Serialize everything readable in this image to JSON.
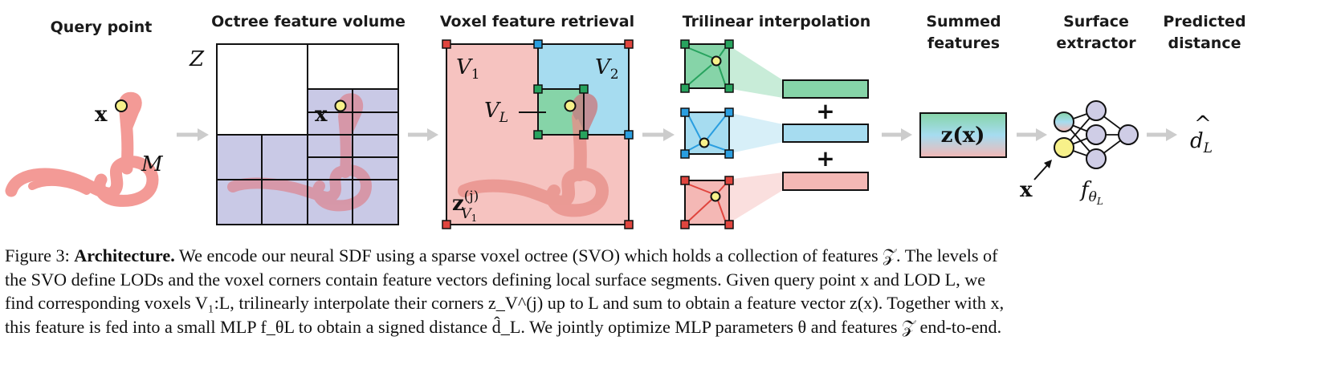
{
  "headers": {
    "query": "Query point",
    "octree": "Octree feature volume",
    "voxel": "Voxel feature retrieval",
    "trilinear": "Trilinear interpolation",
    "summed_1": "Summed",
    "summed_2": "features",
    "extractor_1": "Surface",
    "extractor_2": "extractor",
    "predicted_1": "Predicted",
    "predicted_2": "distance"
  },
  "labels": {
    "x": "x",
    "M": "M",
    "Z": "Z",
    "V1": "V",
    "V1_sub": "1",
    "V2": "V",
    "V2_sub": "2",
    "VL": "V",
    "VL_sub": "L",
    "zv": "z",
    "zv_sup": "(j)",
    "zv_sub": "V",
    "zv_subsub": "1",
    "zx": "z(x)",
    "plus": "+",
    "f": "f",
    "f_sub": "θ",
    "f_subsub": "L",
    "d": "d",
    "d_sub": "L",
    "hat": "^"
  },
  "colors": {
    "green": "#86d4a8",
    "blue": "#a6dcf0",
    "red": "#f4b8b5",
    "octree_fill": "#c9c9e6",
    "snake": "#f39a96",
    "node_fill": "#cfcde6",
    "yellow": "#f7f18a",
    "arrow": "#cccccc"
  },
  "caption": {
    "label": "Figure 3:",
    "bold": "Architecture.",
    "l1": "We encode our neural SDF using a sparse voxel octree (SVO) which holds a collection of features 𝒵. The levels of",
    "l2": "the SVO define LODs and the voxel corners contain feature vectors defining local surface segments. Given query point x and LOD L, we",
    "l3": "find corresponding voxels V₁:L, trilinearly interpolate their corners z_V^(j) up to L and sum to obtain a feature vector z(x). Together with x,",
    "l4": "this feature is fed into a small MLP f_θL to obtain a signed distance d̂_L. We jointly optimize MLP parameters θ and features 𝒵 end-to-end."
  }
}
